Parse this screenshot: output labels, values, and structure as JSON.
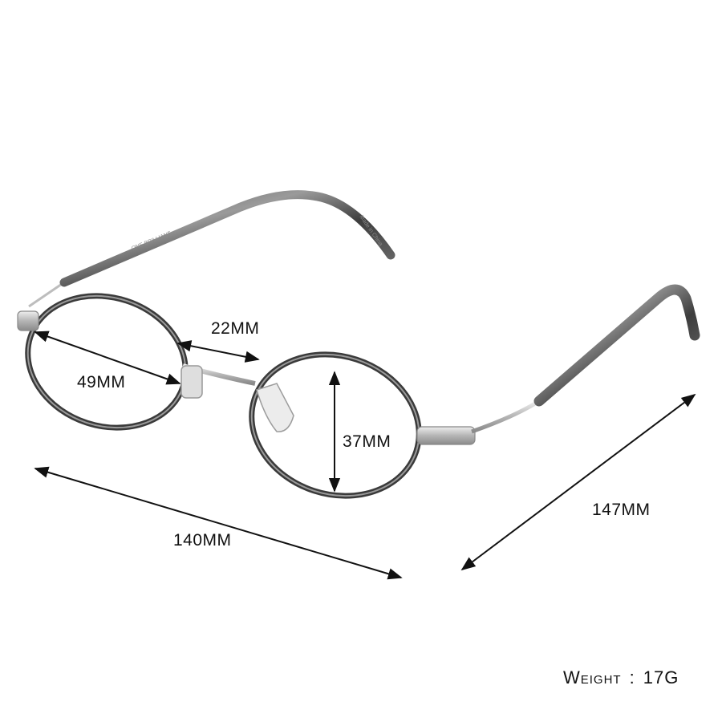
{
  "dimensions": {
    "lens_width": "49MM",
    "bridge_width": "22MM",
    "lens_height": "37MM",
    "frame_width": "140MM",
    "temple_length": "147MM"
  },
  "weight": {
    "label": "Weight",
    "separator": ":",
    "value": "17G"
  },
  "temple_imprints": {
    "left": "ONE BRILLIANT",
    "right": "Made in China"
  },
  "colors": {
    "background": "#ffffff",
    "text": "#111111",
    "frame_rim": "#3a3a3a",
    "metal": "#c9c9c9",
    "temple_tip": "#2b2b2b"
  }
}
